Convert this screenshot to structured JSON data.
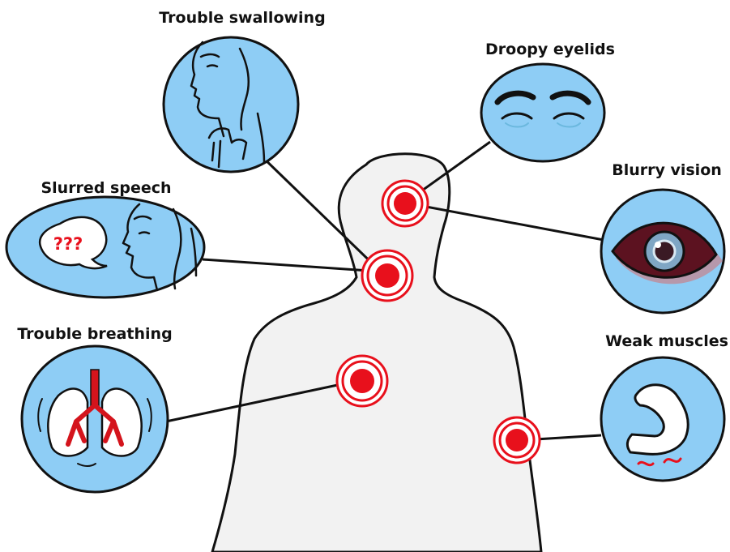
{
  "symptoms": {
    "trouble_swallowing": "Trouble swallowing",
    "droopy_eyelids": "Droopy eyelids",
    "slurred_speech": "Slurred speech",
    "blurry_vision": "Blurry vision",
    "trouble_breathing": "Trouble breathing",
    "weak_muscles": "Weak muscles"
  },
  "speech_bubble_text": "???",
  "colors": {
    "bubble_fill": "#8ecdf5",
    "outline": "#111111",
    "body_fill": "#f2f2f2",
    "target_red": "#e8101c",
    "lung_red": "#d4141c"
  }
}
